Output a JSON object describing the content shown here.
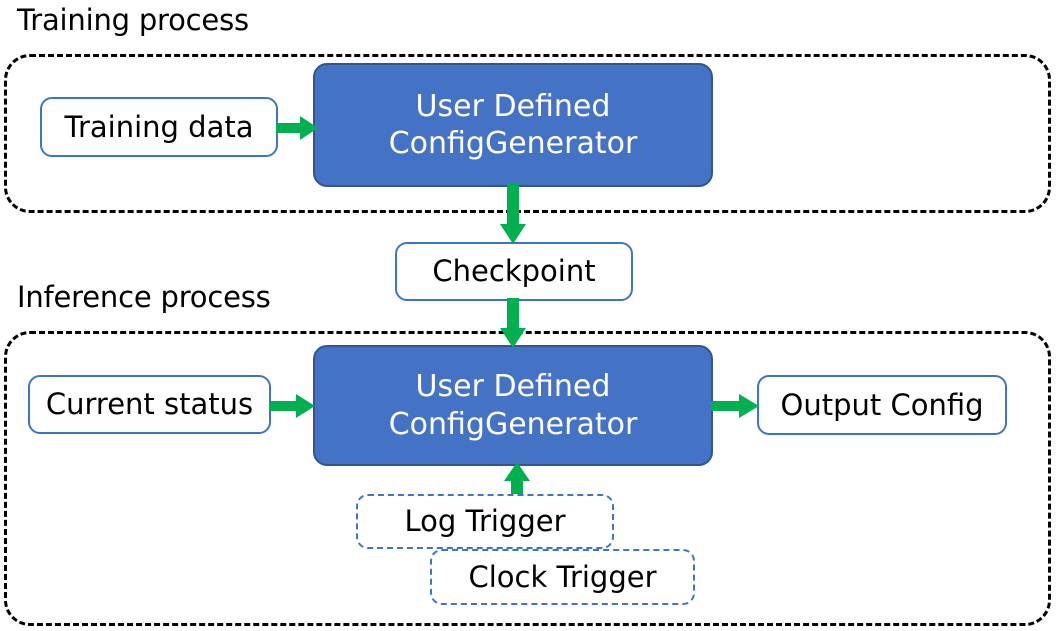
{
  "diagram": {
    "title_labels": {
      "training": "Training process",
      "inference": "Inference process"
    },
    "colors": {
      "accent_blue_fill": "#4472C4",
      "accent_blue_border": "#3F74C4",
      "arrow_green": "#00B050",
      "container_dash": "#000000",
      "box_background": "#FFFFFF",
      "filled_box_text": "#FFFFFF",
      "plain_box_text": "#000000"
    },
    "training_process": {
      "label": "Training process",
      "nodes": [
        {
          "id": "training-data",
          "label": "Training data",
          "style": "outlined-solid"
        },
        {
          "id": "generator-training",
          "label_line1": "User Defined",
          "label_line2": "ConfigGenerator",
          "style": "filled-blue"
        }
      ]
    },
    "checkpoint": {
      "label": "Checkpoint",
      "style": "outlined-solid"
    },
    "inference_process": {
      "label": "Inference process",
      "nodes": [
        {
          "id": "current-status",
          "label": "Current status",
          "style": "outlined-solid"
        },
        {
          "id": "generator-inference",
          "label_line1": "User Defined",
          "label_line2": "ConfigGenerator",
          "style": "filled-blue"
        },
        {
          "id": "output-config",
          "label": "Output Config",
          "style": "outlined-solid"
        },
        {
          "id": "log-trigger",
          "label": "Log Trigger",
          "style": "outlined-dashed"
        },
        {
          "id": "clock-trigger",
          "label": "Clock Trigger",
          "style": "outlined-dashed"
        }
      ]
    },
    "edges": [
      {
        "id": "training-data-to-generator",
        "from": "training-data",
        "to": "generator-training",
        "direction": "right"
      },
      {
        "id": "generator-to-checkpoint",
        "from": "generator-training",
        "to": "checkpoint",
        "direction": "down"
      },
      {
        "id": "checkpoint-to-generator",
        "from": "checkpoint",
        "to": "generator-inference",
        "direction": "down"
      },
      {
        "id": "status-to-generator",
        "from": "current-status",
        "to": "generator-inference",
        "direction": "right"
      },
      {
        "id": "generator-to-output",
        "from": "generator-inference",
        "to": "output-config",
        "direction": "right"
      },
      {
        "id": "trigger-to-generator",
        "from": "log-trigger",
        "to": "generator-inference",
        "direction": "up"
      }
    ]
  }
}
